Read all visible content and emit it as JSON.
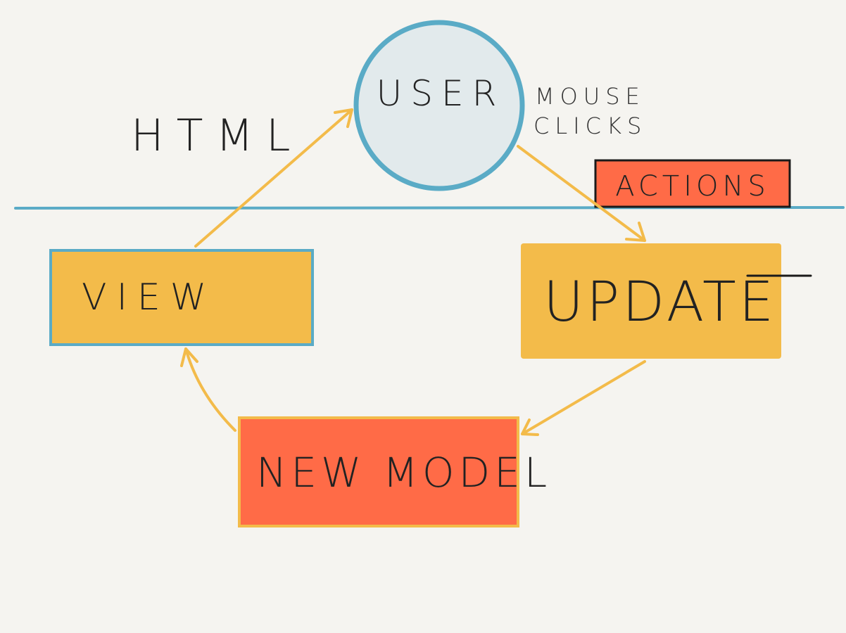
{
  "diagram": {
    "nodes": {
      "user": {
        "label": "USER"
      },
      "view": {
        "label": "VIEW"
      },
      "update": {
        "label": "UPDATE"
      },
      "new_model": {
        "label": "NEW MODEL"
      },
      "actions": {
        "label": "ACTIONS"
      }
    },
    "annotations": {
      "html": "HTML",
      "mouse": "MOUSE",
      "clicks": "CLICKS"
    },
    "edges": [
      {
        "from": "user",
        "to": "update"
      },
      {
        "from": "update",
        "to": "new_model"
      },
      {
        "from": "new_model",
        "to": "view"
      },
      {
        "from": "view",
        "to": "user"
      }
    ],
    "colors": {
      "background": "#f5f4f0",
      "blue": "#5aabc6",
      "user_fill": "#e2eaec",
      "yellow": "#f3bb4a",
      "red": "#ff6b47",
      "ink": "#222222"
    }
  }
}
